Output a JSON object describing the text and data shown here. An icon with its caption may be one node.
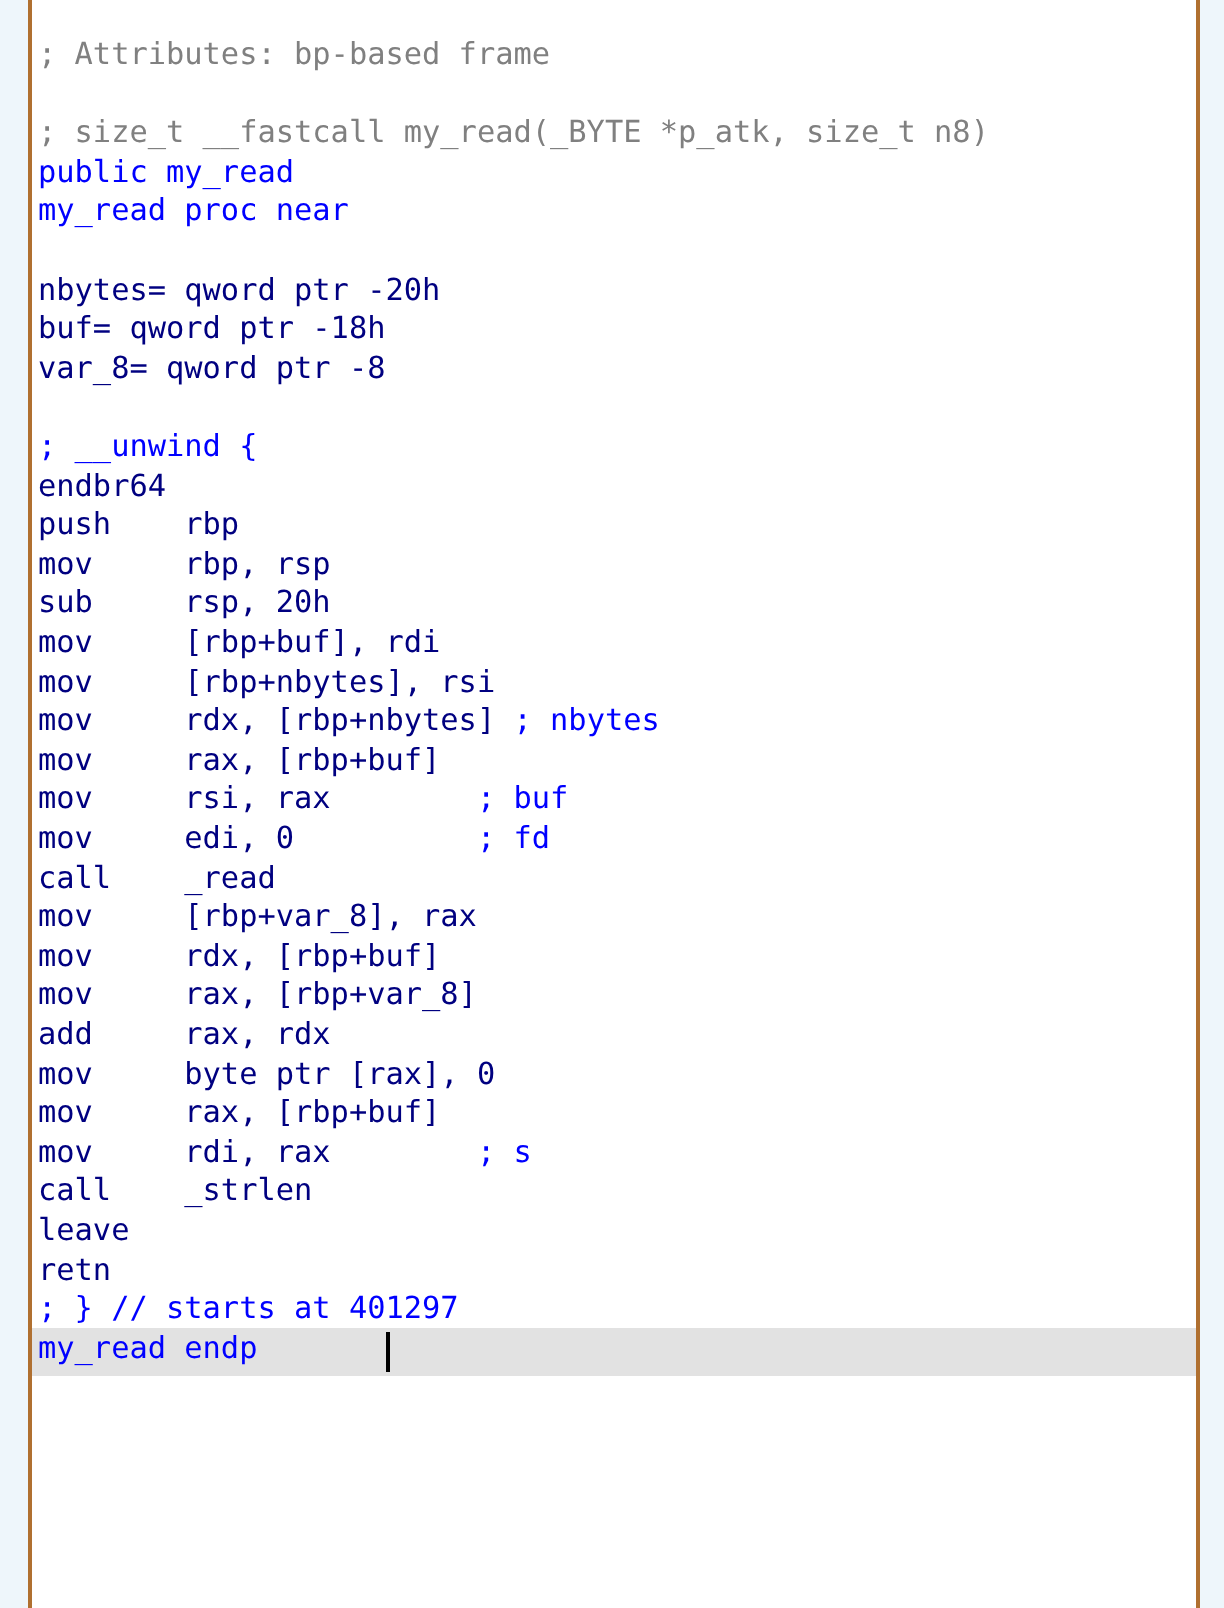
{
  "diagram": {
    "nodes": [
      {
        "text": [
          "; Attributes: bp-based frame",
          "; size_t __fastcall my_read(_BYTE *p_atk, size_t n8)",
          "public my_read",
          "my_read proc near",
          "nbytes= qword ptr -20h",
          "buf= qword ptr -18h",
          "var_8= qword ptr -8",
          "; __unwind {",
          "endbr64",
          "push    rbp",
          "mov     rbp, rsp",
          "sub     rsp, 20h",
          "mov     [rbp+buf], rdi",
          "mov     [rbp+nbytes], rsi",
          "mov     rdx, [rbp+nbytes] ; nbytes",
          "mov     rax, [rbp+buf]",
          "mov     rsi, rax        ; buf",
          "mov     edi, 0          ; fd",
          "call    _read",
          "mov     [rbp+var_8], rax",
          "mov     rdx, [rbp+buf]",
          "mov     rax, [rbp+var_8]",
          "add     rax, rdx",
          "mov     byte ptr [rax], 0",
          "mov     rax, [rbp+buf]",
          "mov     rdi, rax        ; s",
          "call    _strlen",
          "leave",
          "retn",
          "; } // starts at 401297",
          "my_read endp"
        ]
      }
    ]
  }
}
